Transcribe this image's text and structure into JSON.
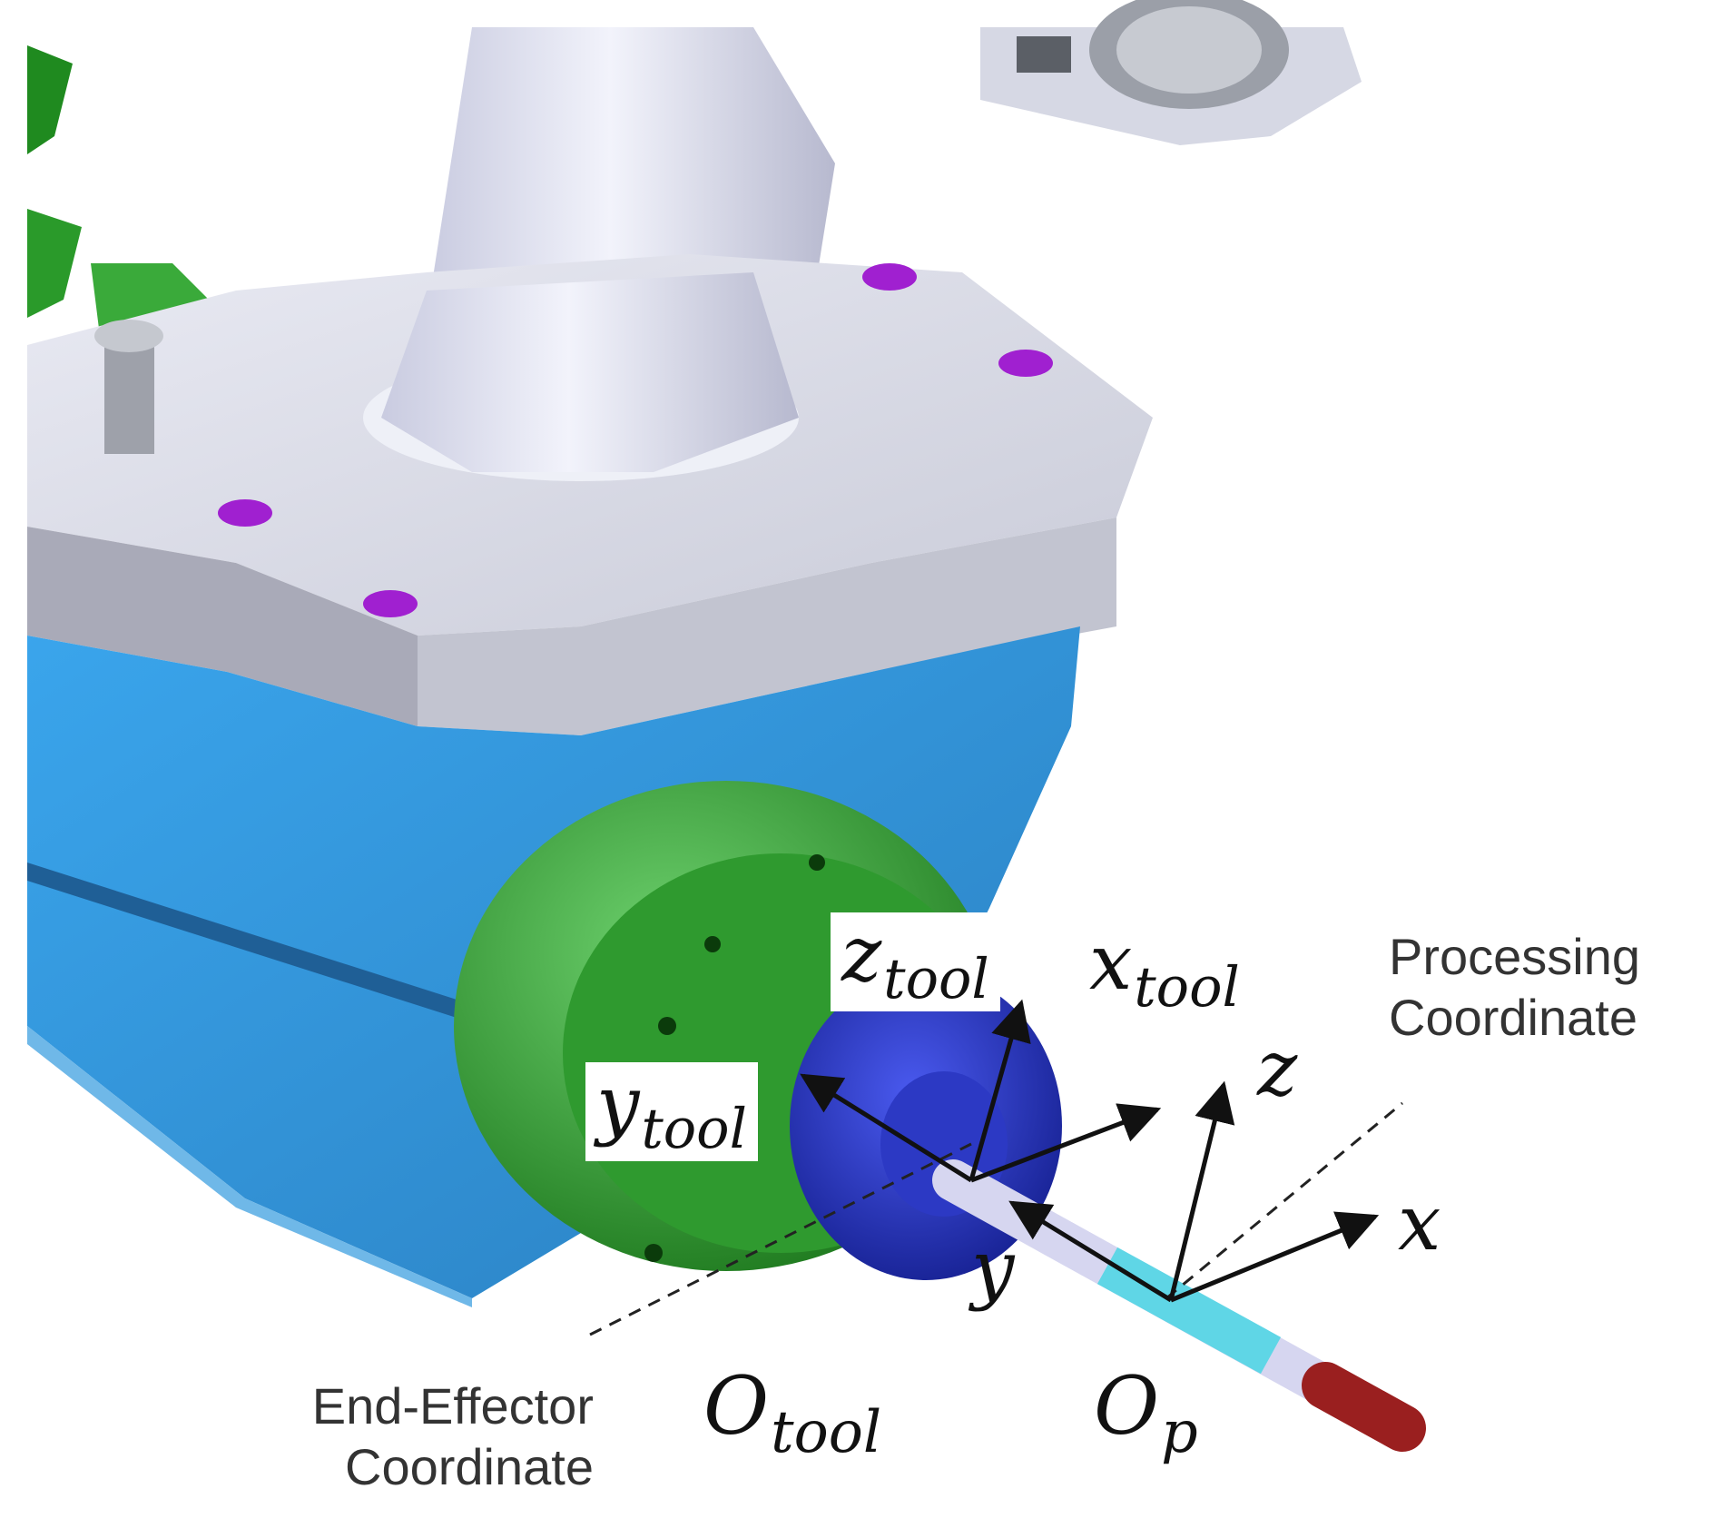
{
  "labels": {
    "z_tool": {
      "base": "z",
      "sub": "tool"
    },
    "x_tool": {
      "base": "x",
      "sub": "tool"
    },
    "y_tool": {
      "base": "y",
      "sub": "tool"
    },
    "o_tool": {
      "base": "O",
      "sub": "tool"
    },
    "o_p": {
      "base": "O",
      "sub": "p"
    },
    "z": "z",
    "x": "x",
    "y": "y",
    "processing_coordinate": [
      "Processing",
      "Coordinate"
    ],
    "end_effector_coordinate": [
      "End-Effector",
      "Coordinate"
    ]
  },
  "colors": {
    "housing_gray": "#d9dbe6",
    "body_blue": "#3f9fe0",
    "flange_green": "#2f9a2f",
    "disk_blue": "#1f2fbf",
    "tool_tip_red": "#9a1f1f",
    "tool_band_cyan": "#5fd6e6",
    "hole_purple": "#a020d0"
  }
}
